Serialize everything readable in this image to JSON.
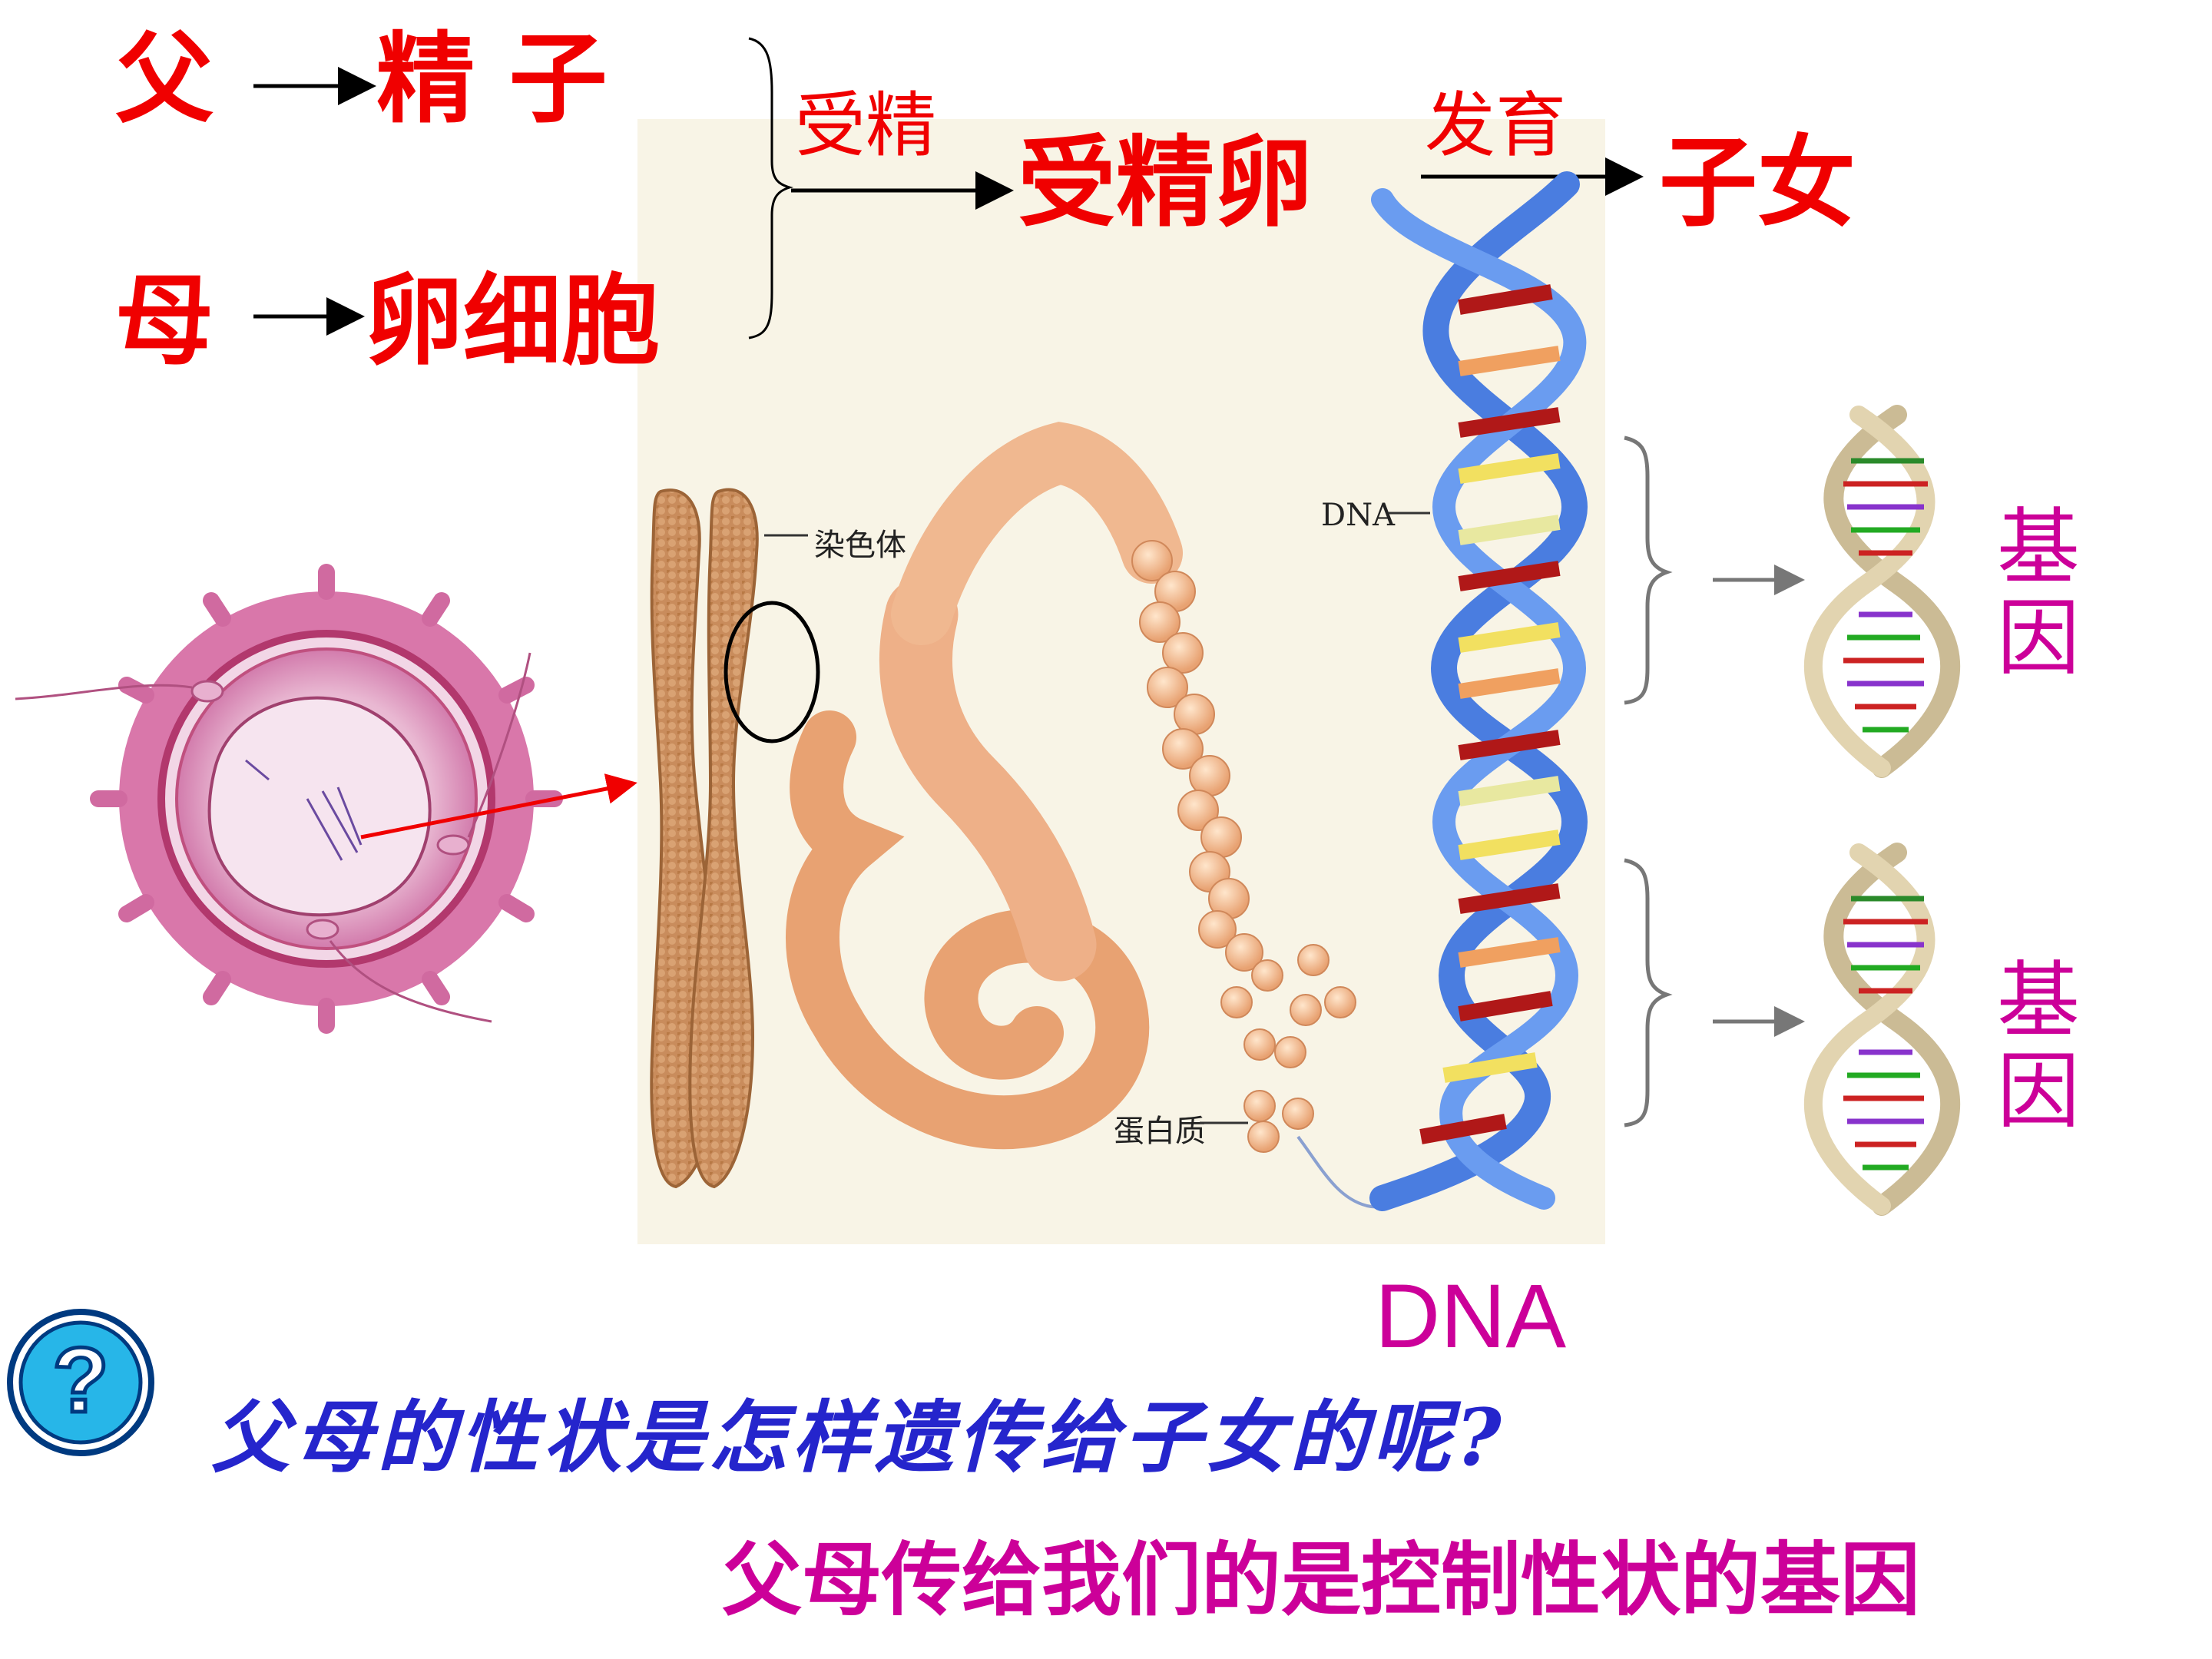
{
  "flow": {
    "father": "父",
    "sperm": "精 子",
    "mother": "母",
    "egg": "卵细胞",
    "fertilization": "受精",
    "zygote": "受精卵",
    "development": "发育",
    "offspring": "子女"
  },
  "figure": {
    "chromosome_label": "染色体",
    "dna_label": "DNA",
    "protein_label": "蛋白质",
    "dna_caption": "DNA",
    "gene_label_1": "基因",
    "gene_label_2": "基因"
  },
  "question": {
    "text": "父母的性状是怎样遗传给子女的呢?",
    "icon": "question-icon"
  },
  "answer": {
    "text": "父母传给我们的是控制性状的基因"
  },
  "colors": {
    "flow_text": "#f00000",
    "gene_text": "#cc0099",
    "question_text": "#2525cc",
    "answer_text": "#cc0099"
  }
}
